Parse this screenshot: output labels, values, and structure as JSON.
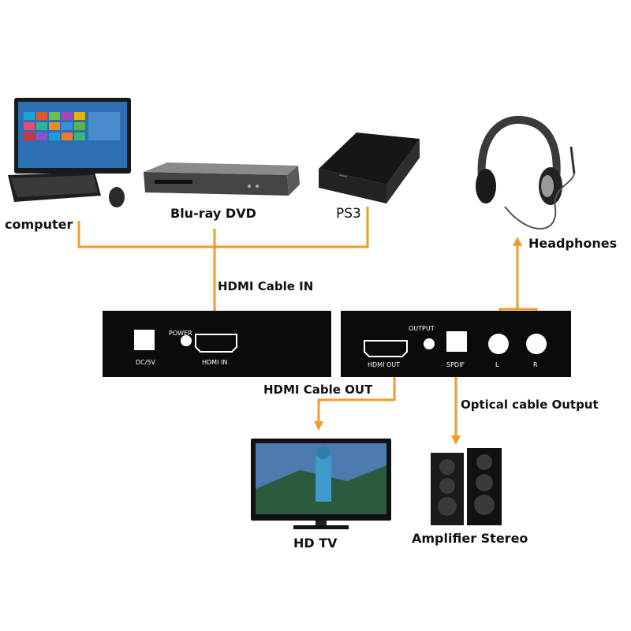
{
  "sources": {
    "computer": "computer",
    "bluray": "Blu-ray DVD",
    "ps3": "PS3",
    "headphones": "Headphones"
  },
  "cables": {
    "hdmi_in": "HDMI Cable IN",
    "hdmi_out": "HDMI Cable OUT",
    "optical_out": "Optical cable Output"
  },
  "box_left": {
    "power": "POWER",
    "dc": "DC/5V",
    "hdmi_in": "HDMI IN"
  },
  "box_right": {
    "output": "OUTPUT",
    "hdmi_out": "HDMI OUT",
    "spdif": "SPDIF",
    "left": "L",
    "right": "R"
  },
  "outputs": {
    "tv": "HD TV",
    "amp": "Amplifier Stereo"
  },
  "colors": {
    "cable": "#f39a2a",
    "box": "#0b0b0b"
  }
}
